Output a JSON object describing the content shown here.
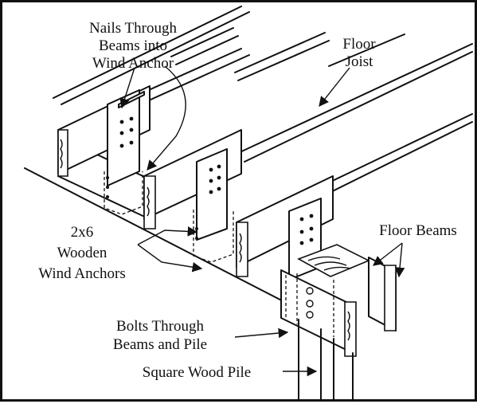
{
  "labels": {
    "nails_line1": "Nails Through",
    "nails_line2": "Beams into",
    "nails_line3": "Wind Anchor",
    "floor_joist_line1": "Floor",
    "floor_joist_line2": "Joist",
    "floor_beams": "Floor Beams",
    "anchors_line1": "2x6",
    "anchors_line2": "Wooden",
    "anchors_line3": "Wind Anchors",
    "bolts_line1": "Bolts Through",
    "bolts_line2": "Beams and Pile",
    "pile": "Square Wood Pile"
  }
}
